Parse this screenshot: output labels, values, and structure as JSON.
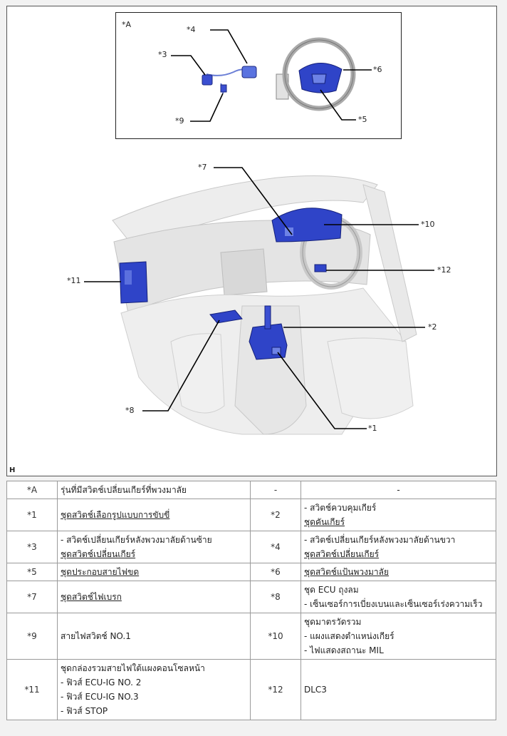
{
  "figure": {
    "inset_label": "*A",
    "corner_label": "H",
    "callouts": {
      "c1": "*1",
      "c2": "*2",
      "c3": "*3",
      "c4": "*4",
      "c5": "*5",
      "c6": "*6",
      "c7": "*7",
      "c8": "*8",
      "c9": "*9",
      "c10": "*10",
      "c11": "*11",
      "c12": "*12"
    }
  },
  "table": {
    "rowA": {
      "code": "*A",
      "text": "รุ่นที่มีสวิตช์เปลี่ยนเกียร์ที่พวงมาลัย",
      "code2": "-",
      "text2": "-"
    },
    "r1": {
      "code": "*1",
      "text": "ชุดสวิตช์เลือกรูปแบบการขับขี่",
      "code2": "*2",
      "line1": "- สวิตช์ควบคุมเกียร์",
      "line2": "ชุดคันเกียร์"
    },
    "r2": {
      "code": "*3",
      "line1": "- สวิตช์เปลี่ยนเกียร์หลังพวงมาลัยด้านซ้าย",
      "line2": "ชุดสวิตช์เปลี่ยนเกียร์",
      "code2": "*4",
      "line3": "- สวิตช์เปลี่ยนเกียร์หลังพวงมาลัยด้านขวา",
      "line4": "ชุดสวิตช์เปลี่ยนเกียร์"
    },
    "r3": {
      "code": "*5",
      "text": "ชุดประกอบสายไฟขด",
      "code2": "*6",
      "text2": "ชุดสวิตช์แป้นพวงมาลัย"
    },
    "r4": {
      "code": "*7",
      "text": "ชุดสวิตช์ไฟเบรก",
      "code2": "*8",
      "line1": "ชุด ECU ถุงลม",
      "line2": "- เซ็นเซอร์การเบี่ยงเบนและเซ็นเซอร์เร่งความเร็ว"
    },
    "r5": {
      "code": "*9",
      "text": "สายไฟสวิตช์ NO.1",
      "code2": "*10",
      "line1": "ชุดมาตรวัดรวม",
      "line2": "- แผงแสดงตำแหน่งเกียร์",
      "line3": "- ไฟแสดงสถานะ MIL"
    },
    "r6": {
      "code": "*11",
      "line1": "ชุดกล่องรวมสายไฟใต้แผงคอนโซลหน้า",
      "line2": "- ฟิวส์ ECU-IG NO. 2",
      "line3": "- ฟิวส์ ECU-IG NO.3",
      "line4": "- ฟิวส์ STOP",
      "code2": "*12",
      "text2": "DLC3"
    }
  }
}
